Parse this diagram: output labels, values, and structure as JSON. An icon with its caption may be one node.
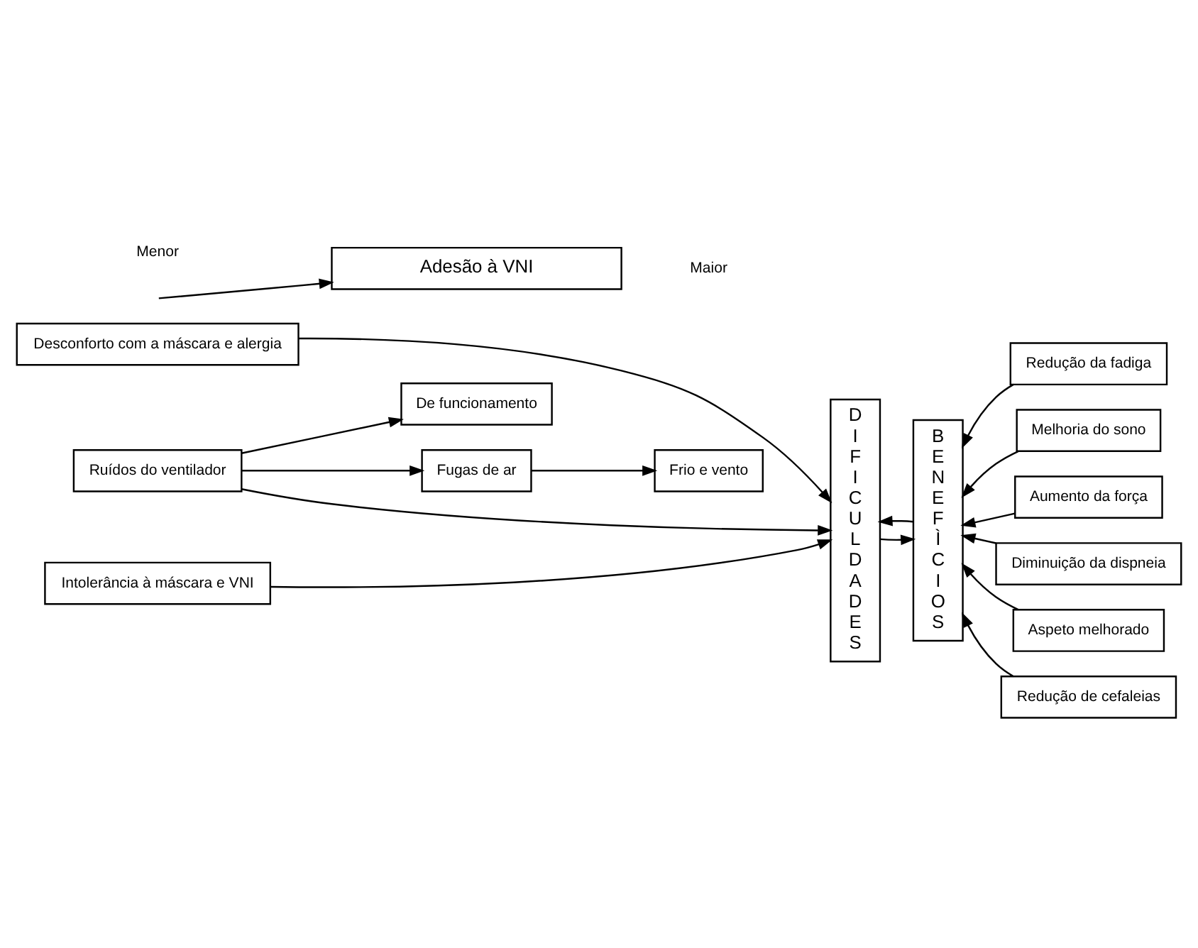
{
  "diagram": {
    "nodes": [
      {
        "text": [
          "Desconforto com a máscara e alergia"
        ]
      },
      {
        "text": [
          "Ruídos do ventilador"
        ]
      },
      {
        "text": [
          "De funcionamento"
        ]
      },
      {
        "text": [
          "Fugas de ar"
        ]
      },
      {
        "text": [
          "Frio e vento"
        ]
      },
      {
        "text": [
          "Intolerância à máscara e VNI"
        ]
      },
      {
        "text": [
          "DIFICULDADES"
        ]
      },
      {
        "text": [
          "BENEFÌCIOS"
        ]
      },
      {
        "text": [
          "Redução da fadiga"
        ]
      },
      {
        "text": [
          "Melhoria do sono"
        ]
      },
      {
        "text": [
          "Aumento da força"
        ]
      },
      {
        "text": [
          "Diminuição da dispneia"
        ]
      },
      {
        "text": [
          "Aspeto melhorado"
        ]
      },
      {
        "text": [
          "Redução de cefaleias"
        ]
      },
      {
        "text": [
          "Adesão à VNI"
        ]
      }
    ],
    "edges": [
      {
        "from": 0,
        "to": 6,
        "arrow": "to"
      },
      {
        "from": 1,
        "to": 6,
        "arrow": "to"
      },
      {
        "from": 5,
        "to": 6,
        "arrow": "to"
      },
      {
        "from": 1,
        "to": 2,
        "arrow": "to"
      },
      {
        "from": 1,
        "to": 3,
        "arrow": "to"
      },
      {
        "from": 3,
        "to": 4,
        "arrow": "to"
      },
      {
        "from": 6,
        "to": 7,
        "arrow": "to"
      },
      {
        "from": 7,
        "to": 6,
        "arrow": "to"
      },
      {
        "from": 8,
        "to": 7,
        "arrow": "to"
      },
      {
        "from": 9,
        "to": 7,
        "arrow": "to"
      },
      {
        "from": 10,
        "to": 7,
        "arrow": "to"
      },
      {
        "from": 11,
        "to": 7,
        "arrow": "to"
      },
      {
        "from": 12,
        "to": 7,
        "arrow": "to"
      },
      {
        "from": 13,
        "to": 7,
        "arrow": "to"
      },
      {
        "from": null,
        "to": 14,
        "arrow": "to"
      }
    ],
    "labels": [
      "Menor",
      "Maior"
    ]
  }
}
